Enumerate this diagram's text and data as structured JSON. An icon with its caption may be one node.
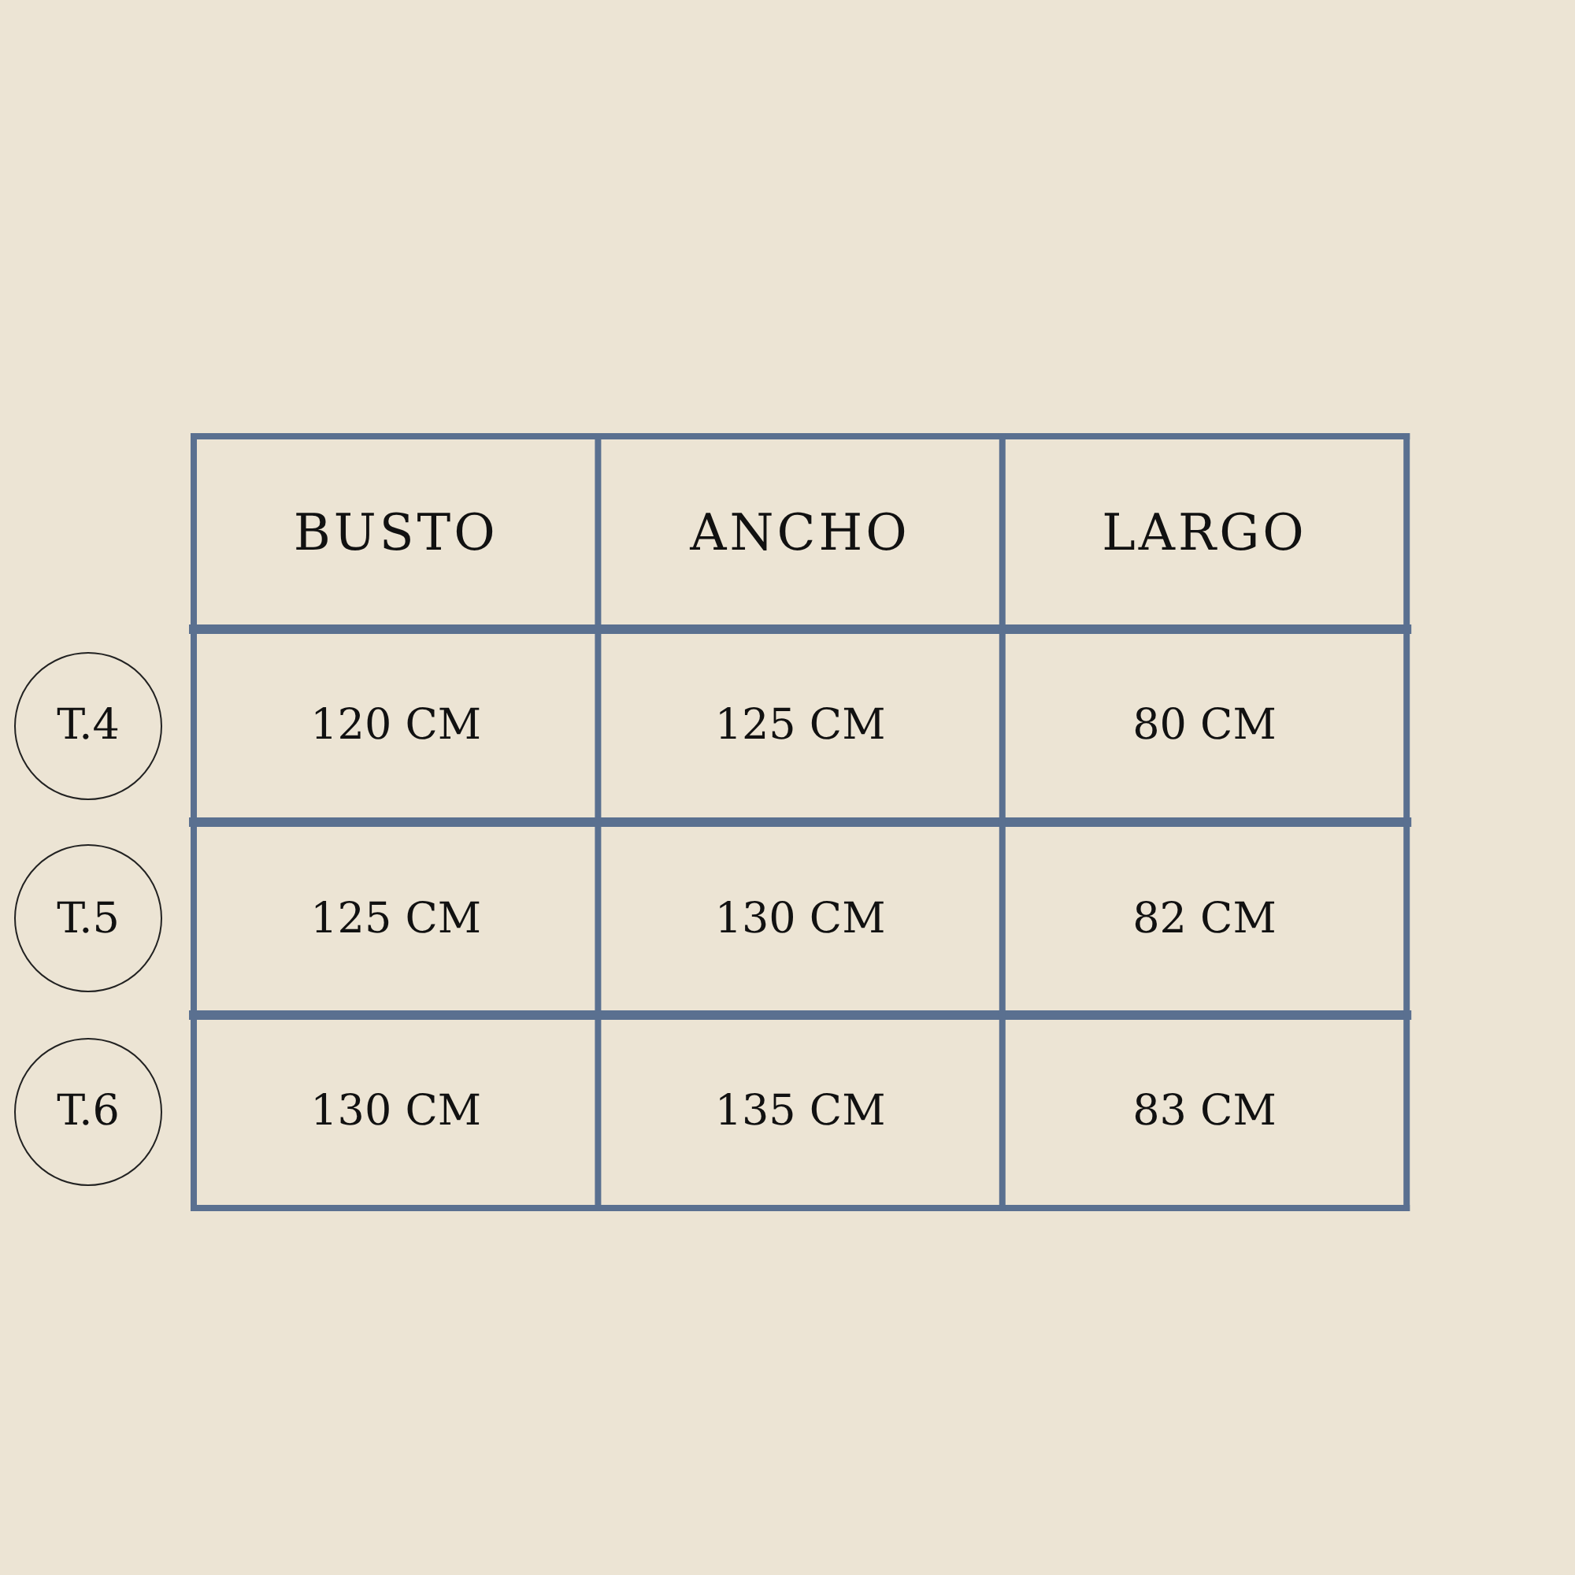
{
  "diagram": {
    "nodes": [
      {
        "text": [
          "T.4"
        ]
      },
      {
        "text": [
          "T.5"
        ]
      },
      {
        "text": [
          "T.6"
        ]
      }
    ],
    "labels": [
      "BUSTO",
      "ANCHO",
      "LARGO",
      "120 CM",
      "125 CM",
      "80 CM",
      "125 CM",
      "130 CM",
      "82 CM",
      "130 CM",
      "135 CM",
      "83 CM"
    ]
  }
}
